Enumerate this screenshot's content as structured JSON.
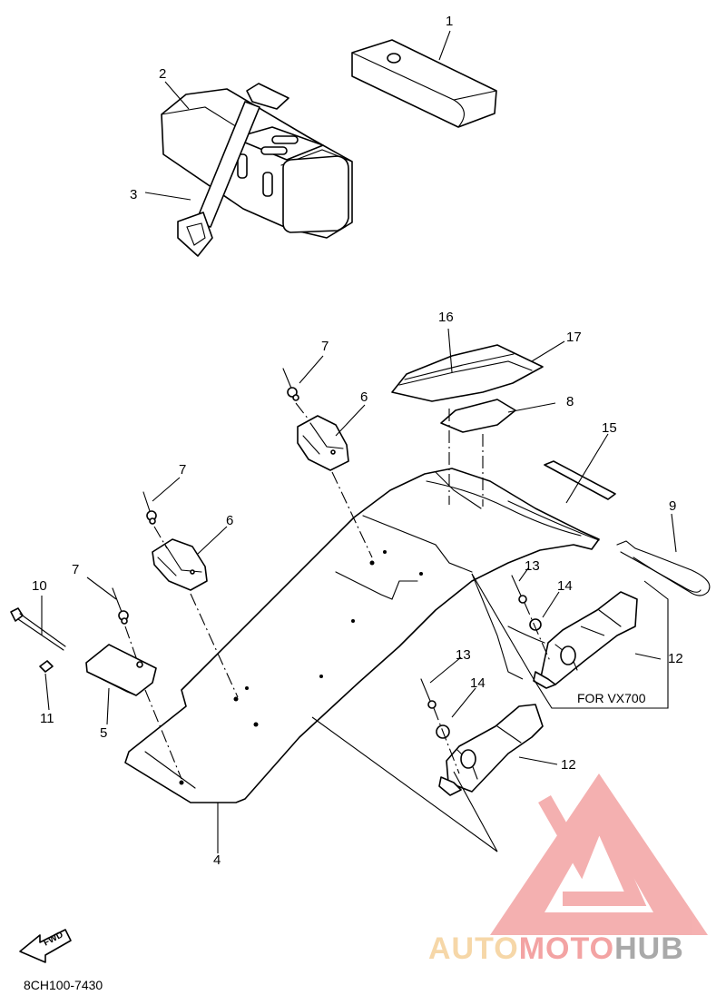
{
  "diagram": {
    "callouts": {
      "n1": "1",
      "n2": "2",
      "n3": "3",
      "n4": "4",
      "n5": "5",
      "n6a": "6",
      "n6b": "6",
      "n7a": "7",
      "n7b": "7",
      "n7c": "7",
      "n8": "8",
      "n9": "9",
      "n10": "10",
      "n11": "11",
      "n12a": "12",
      "n12b": "12",
      "n13a": "13",
      "n13b": "13",
      "n14a": "14",
      "n14b": "14",
      "n15": "15",
      "n16": "16",
      "n17": "17"
    },
    "variant_note": "FOR VX700",
    "fwd_label": "FWD",
    "diagram_code": "8CH100-7430"
  },
  "watermark": {
    "part1": "AUTO",
    "part2": "MOTO",
    "part3": "HUB",
    "colors": {
      "light": "#f6d7a8",
      "red": "#f3a3a3",
      "gray": "#a9a9a9"
    }
  }
}
